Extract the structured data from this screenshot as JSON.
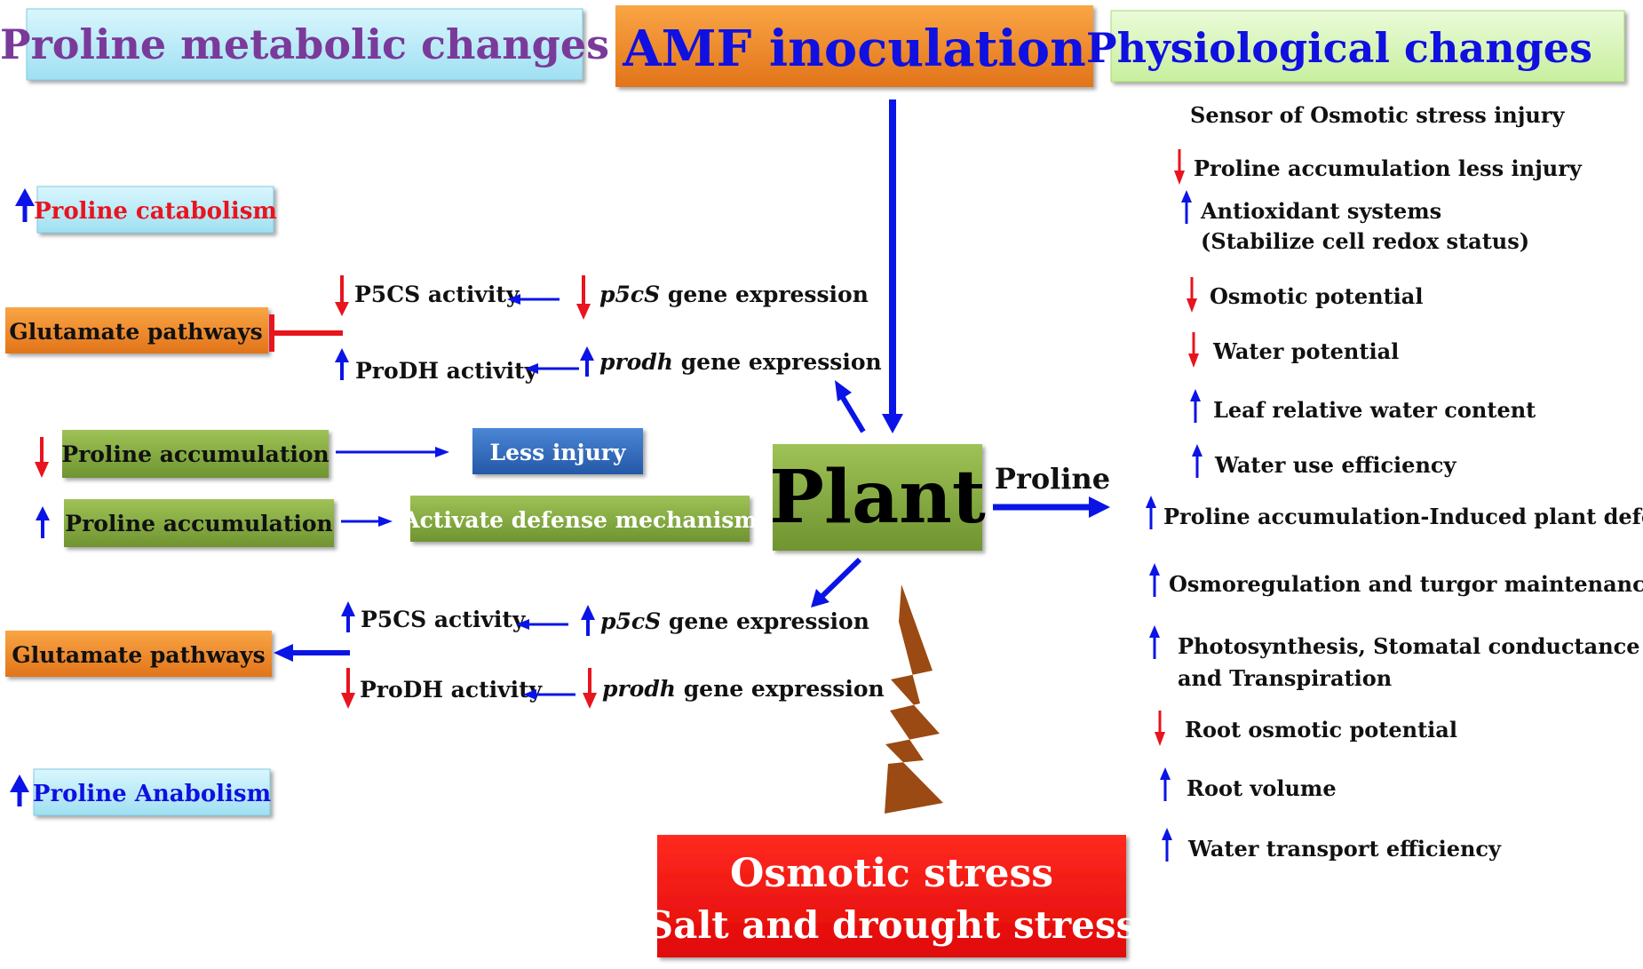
{
  "headers": {
    "left": "Proline metabolic changes",
    "center": "AMF inoculation",
    "right": "Physiological changes"
  },
  "center": {
    "plant": "Plant",
    "arrow_label": "Proline",
    "stress_line1": "Osmotic stress",
    "stress_line2": "(Salt and drought stress)"
  },
  "left": {
    "catabolism": "Proline catabolism",
    "anabolism": "Proline Anabolism",
    "glutamate_top": "Glutamate pathways",
    "glutamate_bottom": "Glutamate pathways",
    "accum1": "Proline accumulation",
    "accum2": "Proline accumulation",
    "less_injury": "Less injury",
    "defense": "Activate defense mechanism",
    "top_p5cs": "P5CS activity",
    "top_prodh": "ProDH activity",
    "bot_p5cs": "P5CS activity",
    "bot_prodh": "ProDH activity",
    "top_p5cs_gene_italic": "p5cS",
    "top_prodh_gene_italic": "prodh",
    "bot_p5cs_gene_italic": "p5cS",
    "bot_prodh_gene_italic": "prodh",
    "gene_suffix": " gene expression"
  },
  "right": {
    "sensor": "Sensor of Osmotic stress injury",
    "items": [
      {
        "dir": "down",
        "text": "Proline accumulation less injury"
      },
      {
        "dir": "up",
        "text": "Antioxidant systems"
      },
      {
        "dir": "down",
        "text": "Osmotic potential"
      },
      {
        "dir": "down",
        "text": "Water potential"
      },
      {
        "dir": "up",
        "text": "Leaf relative water content"
      },
      {
        "dir": "up",
        "text": "Water use efficiency"
      },
      {
        "dir": "up",
        "text": "Proline accumulation-Induced plant defense"
      },
      {
        "dir": "up",
        "text": "Osmoregulation and turgor maintenance"
      },
      {
        "dir": "up",
        "text": "Photosynthesis, Stomatal conductance"
      },
      {
        "dir": "down",
        "text": "Root osmotic potential"
      },
      {
        "dir": "up",
        "text": "Root volume"
      },
      {
        "dir": "up",
        "text": "Water transport efficiency"
      }
    ],
    "antioxidant_line2": "(Stabilize cell redox status)",
    "photo_line2": "and Transpiration"
  },
  "colors": {
    "up": "#0a14e6",
    "down": "#e8141e",
    "cyan_box": "#bfeef8",
    "orange_box": "#f08a1e",
    "green_box": "#80a33a",
    "blue_box": "#2f6fbf",
    "red_box": "#f21010",
    "purple_text": "#7a3a9a",
    "bolt": "#9a4a12"
  }
}
